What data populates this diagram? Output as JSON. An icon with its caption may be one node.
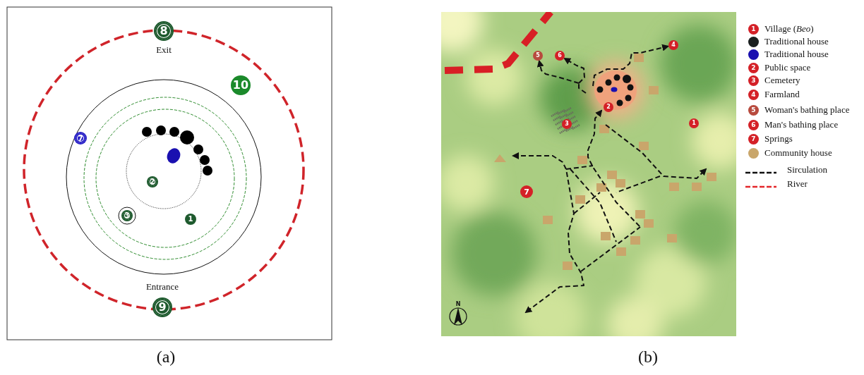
{
  "diagram": {
    "nodes": [
      {
        "text": [
          "8"
        ],
        "beside": [
          "Exit"
        ]
      },
      {
        "text": [
          "10"
        ]
      },
      {
        "text": [
          "7"
        ]
      },
      {
        "text": [
          "2"
        ]
      },
      {
        "text": [
          "3"
        ]
      },
      {
        "text": [
          "1"
        ]
      },
      {
        "text": [
          "9"
        ],
        "beside": [
          "Entrance"
        ]
      },
      {
        "text": [
          "4"
        ]
      },
      {
        "text": [
          "5"
        ]
      },
      {
        "text": [
          "6"
        ]
      },
      {
        "text": [
          "2"
        ]
      },
      {
        "text": [
          "1"
        ]
      },
      {
        "text": [
          "3"
        ]
      },
      {
        "text": [
          "7"
        ]
      }
    ],
    "edges": [
      {
        "from": null,
        "to": 9,
        "arrow": "to",
        "style": "dashed"
      },
      {
        "from": null,
        "to": 8,
        "arrow": "to",
        "style": "dashed"
      },
      {
        "from": null,
        "to": 7,
        "arrow": "to",
        "style": "dashed"
      }
    ],
    "labels": [
      "N",
      "1",
      "2",
      "3",
      "4",
      "5",
      "6",
      "7",
      "(a)",
      "(b)"
    ],
    "legend": [
      {
        "text": "Village (*Beo*)",
        "color": "#d42027"
      },
      {
        "text": "Traditional house",
        "color": "#1a1f1f"
      },
      {
        "text": "Traditional house",
        "color": "#1a10b0"
      },
      {
        "text": "Public space",
        "color": "#d42027"
      },
      {
        "text": "Cemetery",
        "color": "#d42027"
      },
      {
        "text": "Farmland",
        "color": "#d42027"
      },
      {
        "text": "Woman's bathing place",
        "color": "#b84a3e"
      },
      {
        "text": "Man's bathing place",
        "color": "#d42027"
      },
      {
        "text": "Springs",
        "color": "#d42027"
      },
      {
        "text": "Community house",
        "color": "#c9a66b"
      },
      {
        "text": "Sirculation"
      },
      {
        "text": "River"
      }
    ]
  }
}
